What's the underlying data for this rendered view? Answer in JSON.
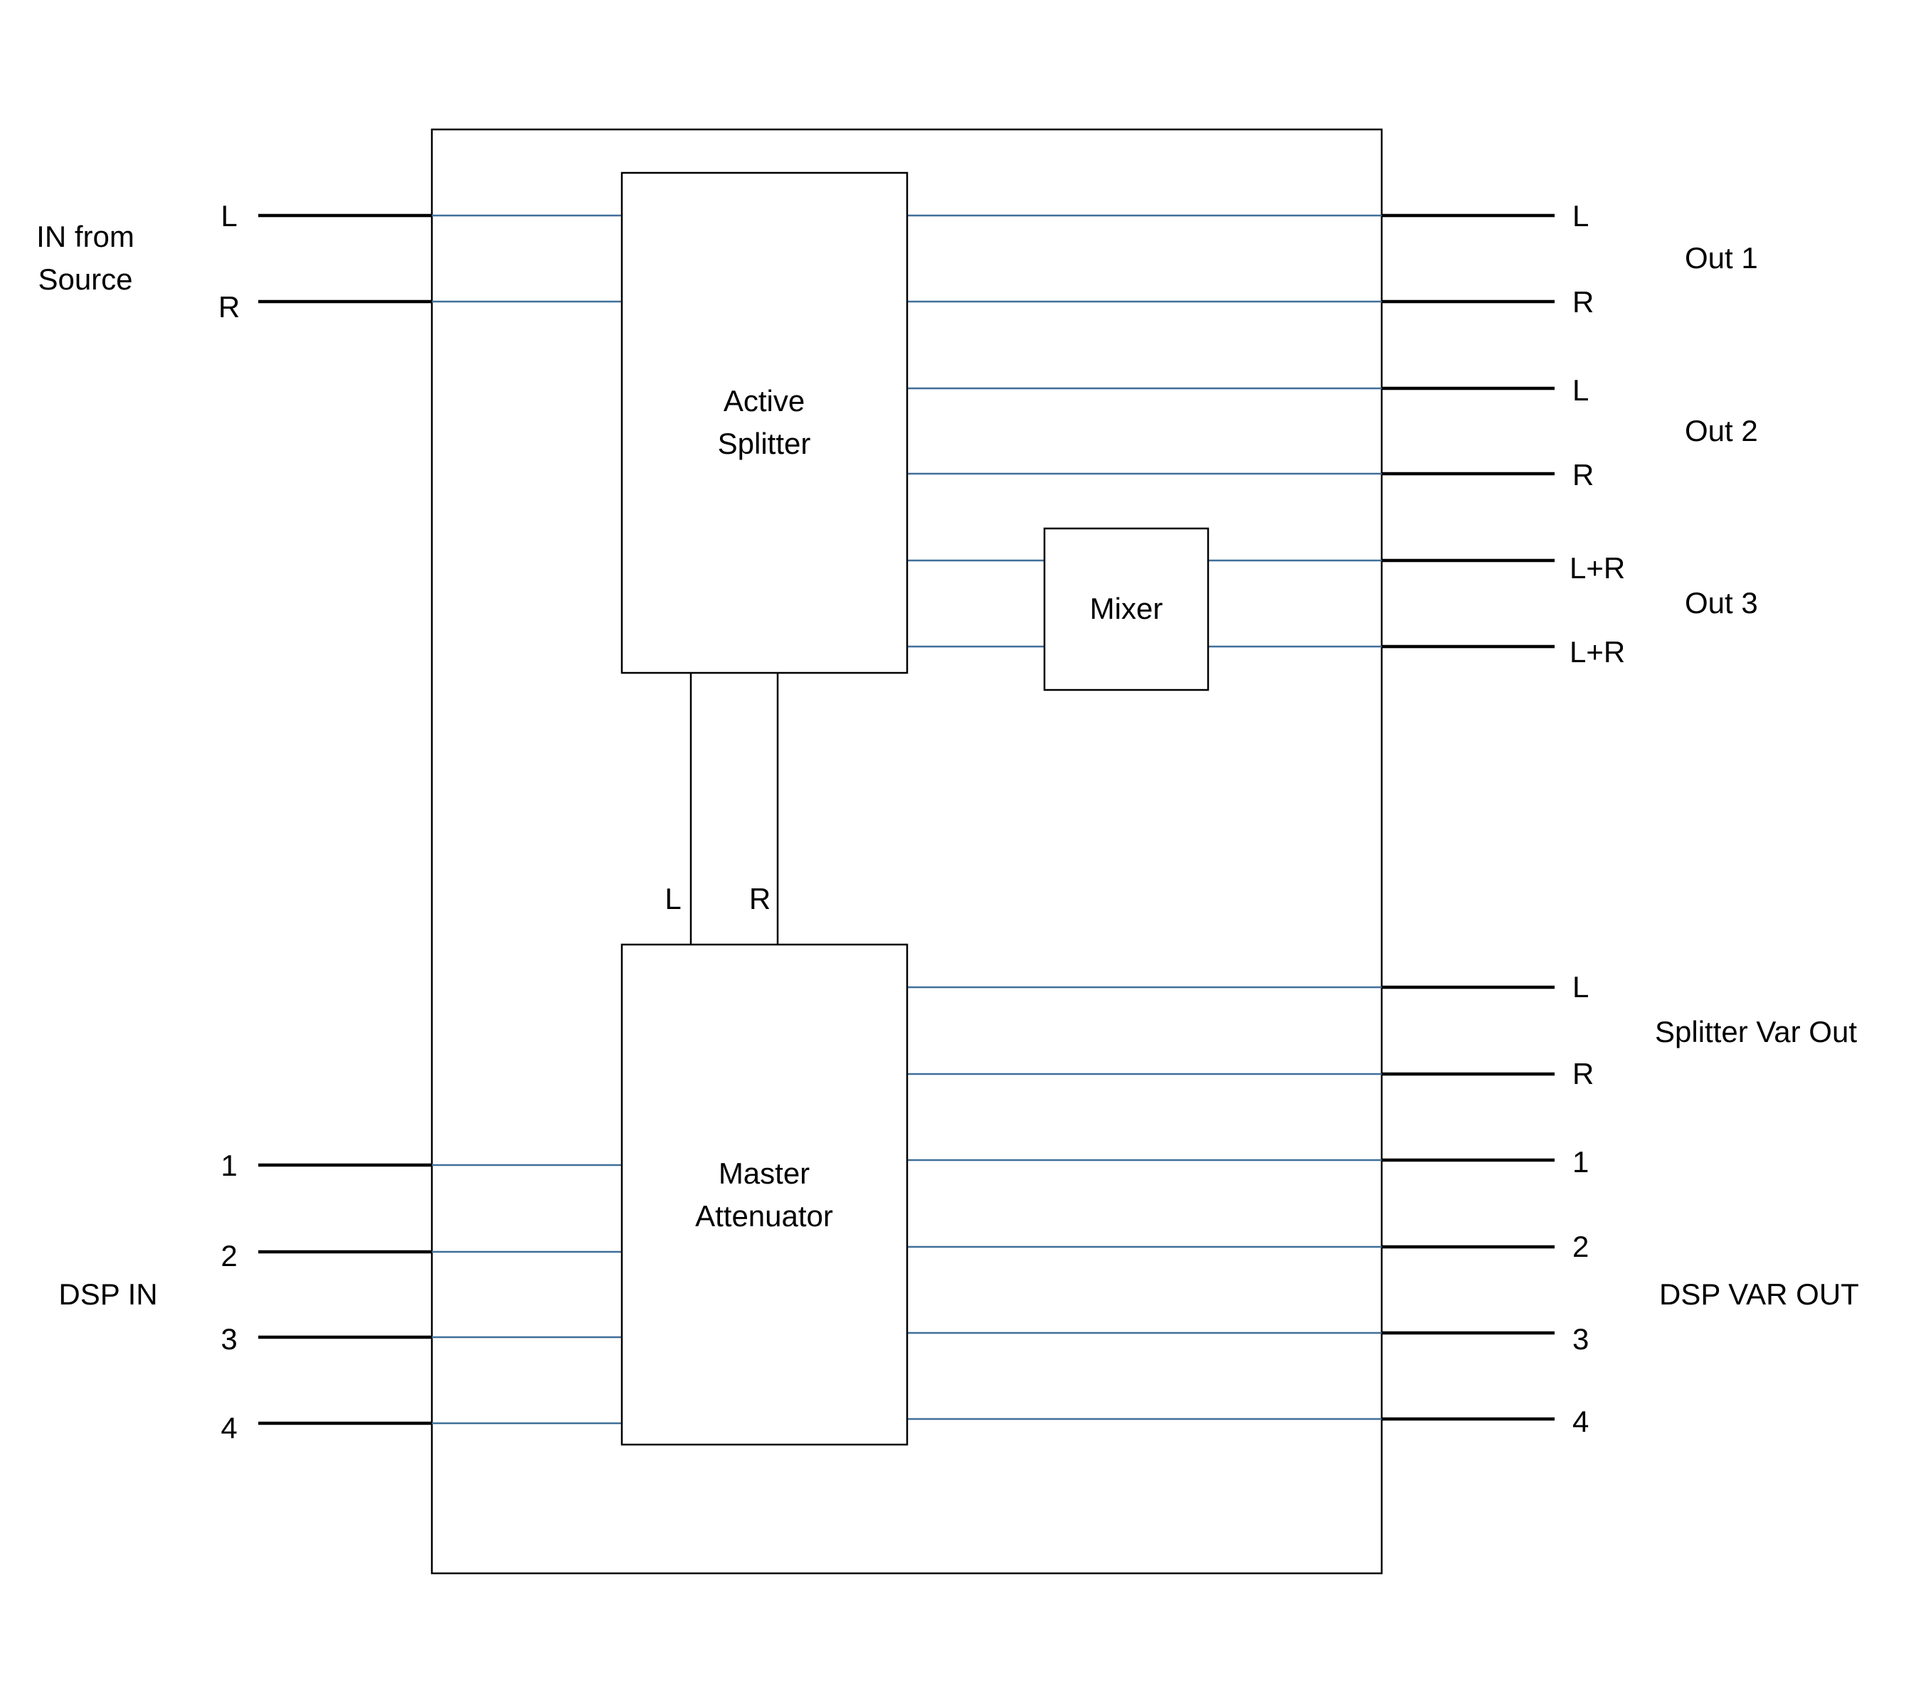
{
  "colors": {
    "internal_line": "#3f6f99",
    "external_line": "#000000",
    "background": "#ffffff"
  },
  "blocks": {
    "splitter_line1": "Active",
    "splitter_line2": "Splitter",
    "mixer": "Mixer",
    "attenuator_line1": "Master",
    "attenuator_line2": "Attenuator"
  },
  "inputs": {
    "source_title_line1": "IN from",
    "source_title_line2": "Source",
    "source_channels": [
      "L",
      "R"
    ],
    "dsp_title": "DSP IN",
    "dsp_channels": [
      "1",
      "2",
      "3",
      "4"
    ]
  },
  "links": {
    "splitter_to_attenuator": [
      "L",
      "R"
    ]
  },
  "outputs": {
    "groups": [
      {
        "title": "Out 1",
        "channels": [
          "L",
          "R"
        ]
      },
      {
        "title": "Out 2",
        "channels": [
          "L",
          "R"
        ]
      },
      {
        "title": "Out 3",
        "channels": [
          "L+R",
          "L+R"
        ]
      },
      {
        "title": "Splitter Var Out",
        "channels": [
          "L",
          "R"
        ]
      },
      {
        "title": "DSP VAR OUT",
        "channels": [
          "1",
          "2",
          "3",
          "4"
        ]
      }
    ]
  }
}
